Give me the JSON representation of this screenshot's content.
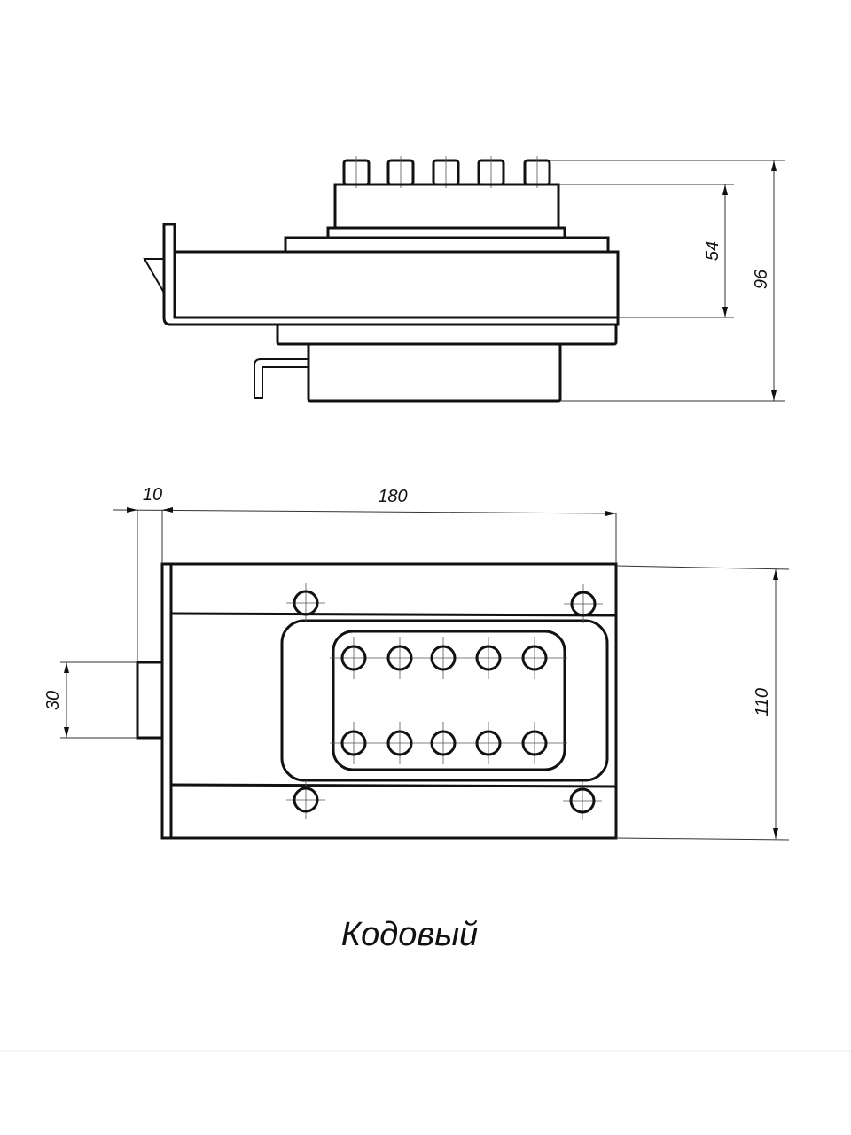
{
  "title": "Кодовый",
  "side_view": {
    "dimensions": [
      {
        "id": "keys-to-body",
        "value": "54"
      },
      {
        "id": "total-height",
        "value": "96"
      }
    ],
    "button_count": 5
  },
  "top_view": {
    "dimensions": [
      {
        "id": "bracket-thickness",
        "value": "10"
      },
      {
        "id": "body-length",
        "value": "180"
      },
      {
        "id": "bolt-width",
        "value": "30"
      },
      {
        "id": "body-width",
        "value": "110"
      }
    ],
    "keypad_rows": 2,
    "keypad_columns": 5,
    "mounting_holes": 4
  }
}
